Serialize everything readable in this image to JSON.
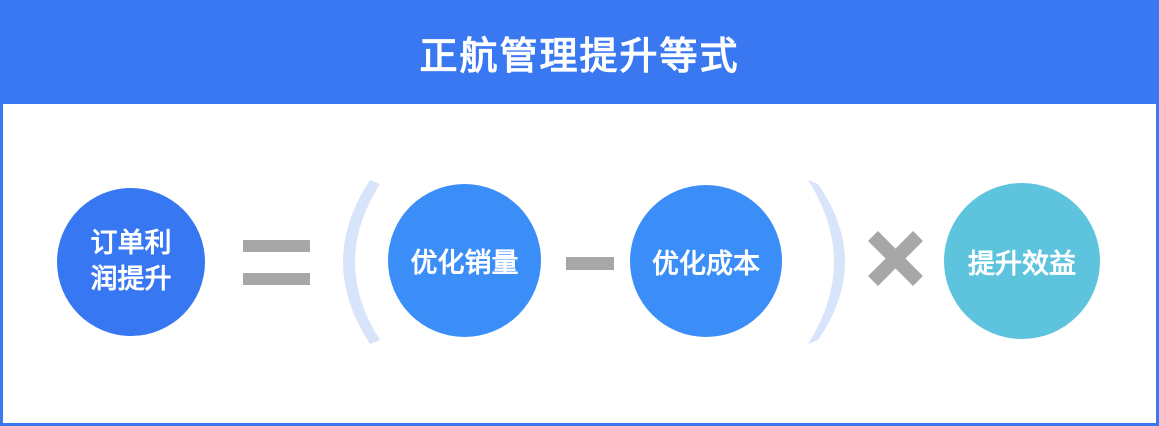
{
  "header": {
    "title": "正航管理提升等式"
  },
  "equation": {
    "result": {
      "line1": "订单利",
      "line2": "润提升"
    },
    "term1": "优化销量",
    "term2": "优化成本",
    "multiplier": "提升效益"
  },
  "colors": {
    "primary_blue": "#3a78f2",
    "circle_blue": "#3b8ef8",
    "circle_teal": "#5ec4de",
    "operator_gray": "#a7a7a7",
    "paren_light_blue": "#d8e4f9"
  }
}
